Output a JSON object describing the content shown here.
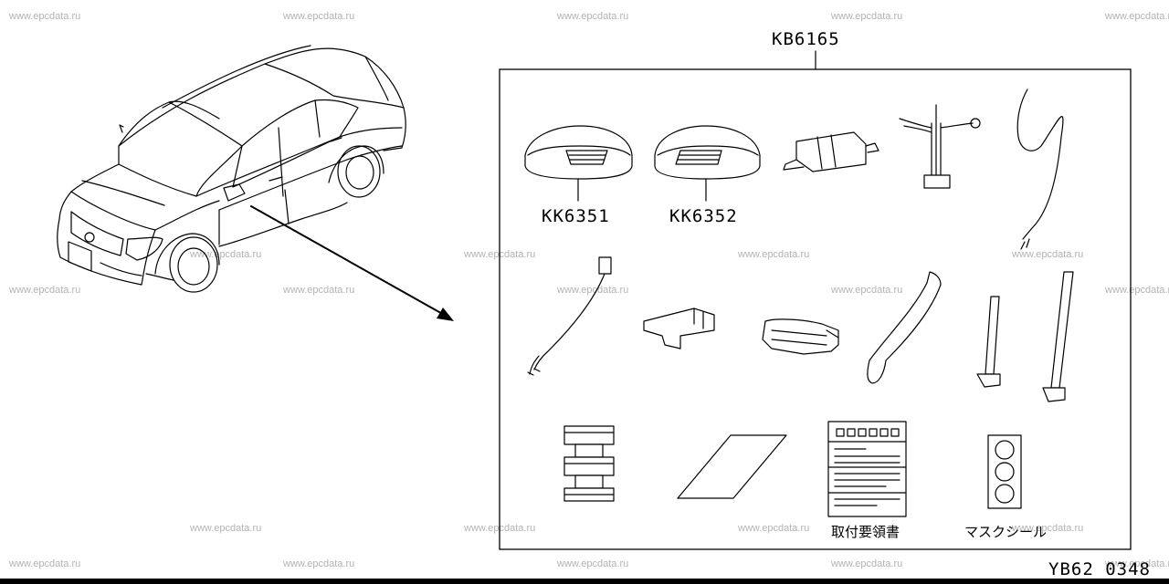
{
  "watermark": "www.epcdata.ru",
  "kit_code": "KB6165",
  "part_left_cover": "KK6351",
  "part_right_cover": "KK6352",
  "label_instructions": "取付要領書",
  "label_mask_seal": "マスクシール",
  "diagram_code": "YB62 0348"
}
